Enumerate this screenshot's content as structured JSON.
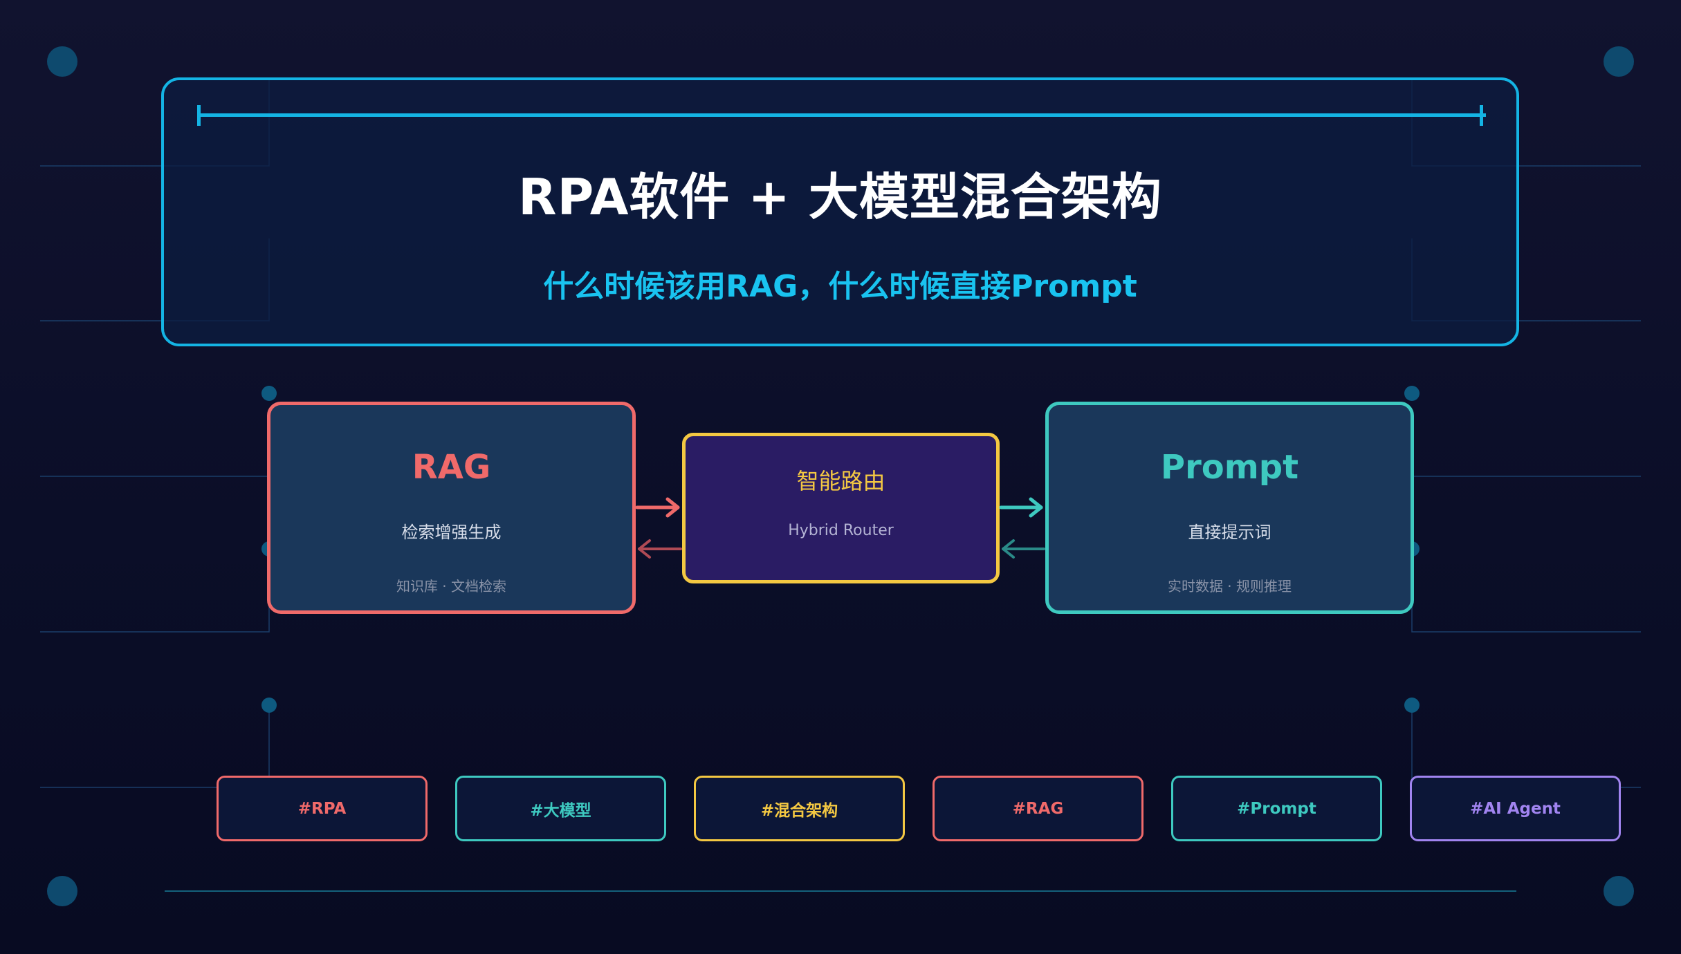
{
  "header": {
    "title": "RPA软件 + 大模型混合架构",
    "subtitle": "什么时候该用RAG，什么时候直接Prompt"
  },
  "nodes": {
    "rag": {
      "title": "RAG",
      "desc": "检索增强生成",
      "note": "知识库 · 文档检索"
    },
    "router": {
      "title": "智能路由",
      "subtitle": "Hybrid Router"
    },
    "prompt": {
      "title": "Prompt",
      "desc": "直接提示词",
      "note": "实时数据 · 规则推理"
    }
  },
  "tags": [
    {
      "label": "#RPA",
      "color": "#f06a6a"
    },
    {
      "label": "#大模型",
      "color": "#3ec9c0"
    },
    {
      "label": "#混合架构",
      "color": "#f4c842"
    },
    {
      "label": "#RAG",
      "color": "#f06a6a"
    },
    {
      "label": "#Prompt",
      "color": "#3ec9c0"
    },
    {
      "label": "#AI Agent",
      "color": "#a184f0"
    }
  ],
  "colors": {
    "accent_cyan": "#14b4e4",
    "rag_red": "#f06a6a",
    "prompt_teal": "#3ec9c0",
    "router_yellow": "#f4c842",
    "agent_purple": "#a184f0"
  }
}
